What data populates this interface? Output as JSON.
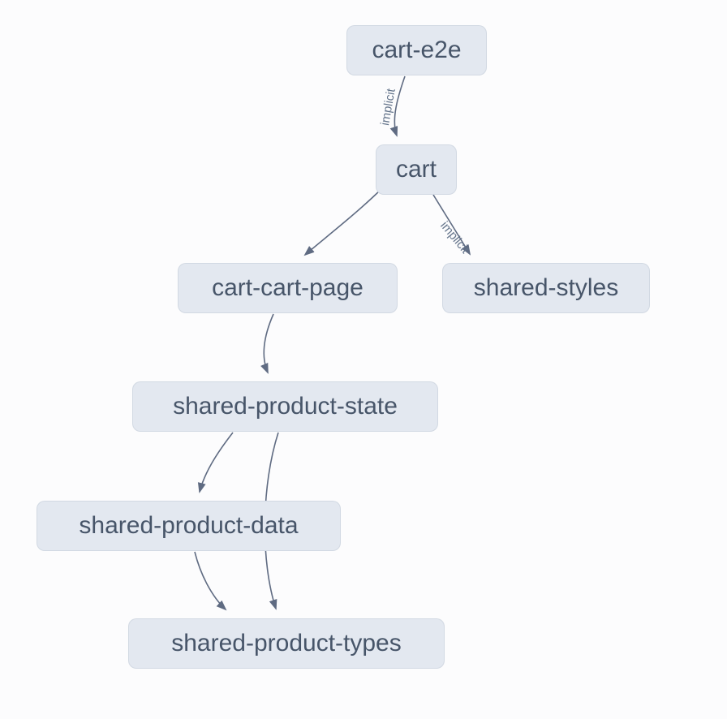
{
  "diagram": {
    "type": "dependency-graph",
    "nodes": [
      {
        "id": "cart-e2e",
        "label": "cart-e2e"
      },
      {
        "id": "cart",
        "label": "cart"
      },
      {
        "id": "cart-cart-page",
        "label": "cart-cart-page"
      },
      {
        "id": "shared-styles",
        "label": "shared-styles"
      },
      {
        "id": "shared-product-state",
        "label": "shared-product-state"
      },
      {
        "id": "shared-product-data",
        "label": "shared-product-data"
      },
      {
        "id": "shared-product-types",
        "label": "shared-product-types"
      }
    ],
    "edges": [
      {
        "from": "cart-e2e",
        "to": "cart",
        "label": "implicit",
        "style": "dashed-implicit"
      },
      {
        "from": "cart",
        "to": "cart-cart-page",
        "label": ""
      },
      {
        "from": "cart",
        "to": "shared-styles",
        "label": "implicit",
        "style": "dashed-implicit"
      },
      {
        "from": "cart-cart-page",
        "to": "shared-product-state",
        "label": ""
      },
      {
        "from": "shared-product-state",
        "to": "shared-product-data",
        "label": ""
      },
      {
        "from": "shared-product-state",
        "to": "shared-product-types",
        "label": ""
      },
      {
        "from": "shared-product-data",
        "to": "shared-product-types",
        "label": ""
      }
    ],
    "colors": {
      "node_fill": "#e3e8f0",
      "node_text": "#475569",
      "edge": "#5f6b82",
      "edge_label": "#64748b",
      "background": "#fcfcfd"
    }
  }
}
